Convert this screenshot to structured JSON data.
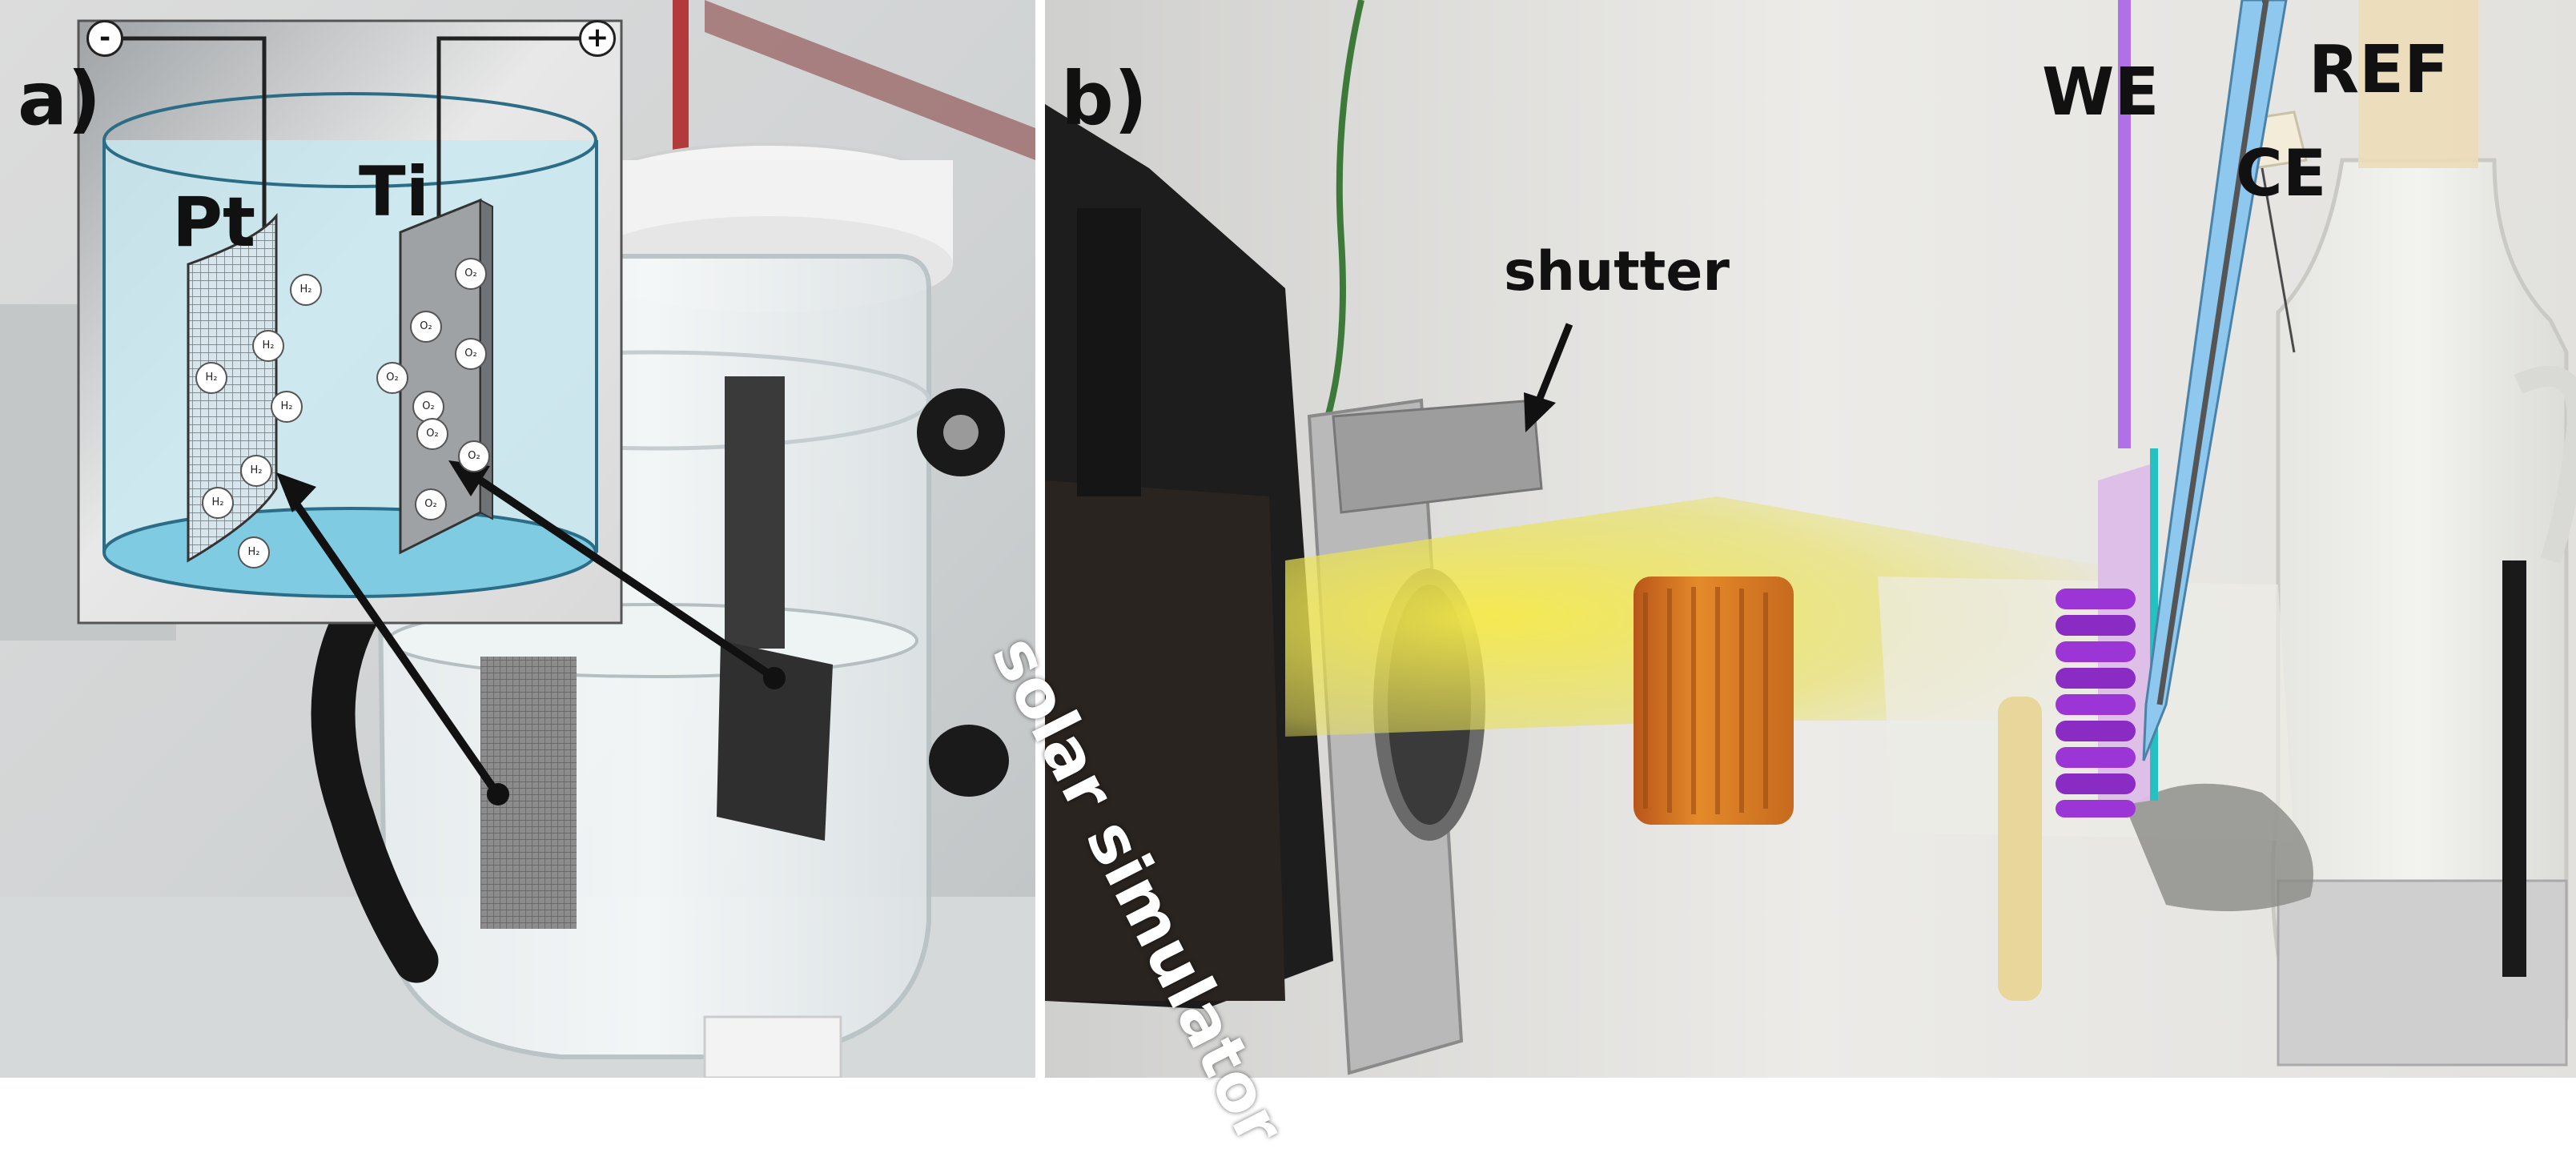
{
  "panel_a": {
    "label": "a)",
    "inset": {
      "cathode_label": "Pt",
      "anode_label": "Ti",
      "terminal_negative": "-",
      "terminal_positive": "+",
      "h2_molecules": [
        "H₂",
        "H₂",
        "H₂",
        "H₂",
        "H₂",
        "H₂",
        "H₂"
      ],
      "o2_molecules": [
        "O₂",
        "O₂",
        "O₂",
        "O₂",
        "O₂",
        "O₂",
        "O₂",
        "O₂"
      ]
    }
  },
  "panel_b": {
    "label": "b)",
    "labels": {
      "ce": "CE",
      "we": "WE",
      "ref": "REF",
      "shutter": "shutter",
      "solar_simulator": "solar simulator"
    }
  },
  "colors": {
    "inset_water": "#a8d8ea",
    "beam": "#f2e43a",
    "we_line": "#b070e8",
    "ref_line": "#8fc8ee",
    "nanotube": "#9b35d6",
    "teal_line": "#25c0c0",
    "cap": "#d9741d"
  }
}
